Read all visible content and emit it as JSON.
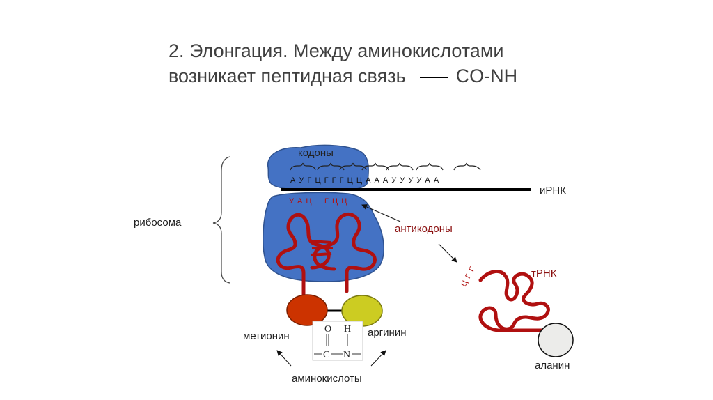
{
  "title": {
    "line1": "2. Элонгация. Между аминокислотами",
    "line2": "возникает пептидная связь",
    "bond": "CO-NH"
  },
  "labels": {
    "codons": "кодоны",
    "mrna_seq": "А У Г Ц Г Г Г Ц Ц А А А У У У У А А",
    "mrna": "иРНК",
    "anticodon_left": "У А Ц",
    "anticodon_right": "Г Ц Ц",
    "ribosome": "рибосома",
    "anticodons": "антикодоны",
    "trna": "тРНК",
    "trna_anticodon": "Ц Г Г",
    "methionine": "метионин",
    "arginine": "аргинин",
    "alanine": "аланин",
    "amino_acids": "аминокислоты",
    "chem_O": "O",
    "chem_H": "H",
    "chem_C": "C",
    "chem_N": "N"
  },
  "colors": {
    "ribosome": "#4472c4",
    "trna": "#b01010",
    "methionine": "#cc3300",
    "arginine": "#cccc22",
    "alanine": "#ececea",
    "title": "#404040"
  }
}
